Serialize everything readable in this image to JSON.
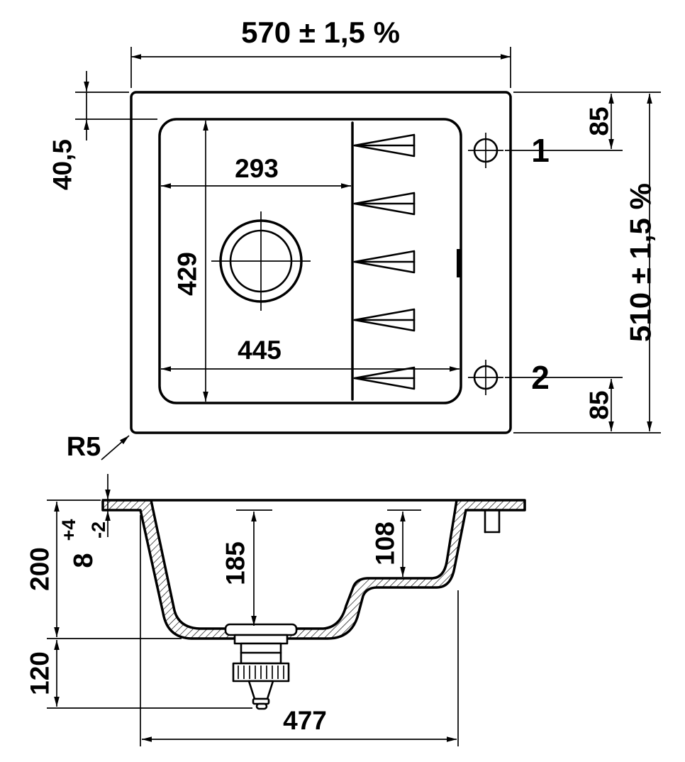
{
  "top_view": {
    "overall_width": "570 ± 1,5 %",
    "overall_height": "510 ± 1,5 %",
    "rim_to_bowl_offset": "40,5",
    "bowl_width": "293",
    "bowl_length": "429",
    "recess_width": "445",
    "tap_hole_1_label": "1",
    "tap_hole_2_label": "2",
    "tap_hole_1_offset": "85",
    "tap_hole_2_offset": "85",
    "corner_radius": "R5"
  },
  "section_view": {
    "overall_depth": "200",
    "drain_clearance": "120",
    "bowl_depth": "185",
    "drainboard_depth": "108",
    "rim_thickness": "8",
    "rim_tolerance_upper": "+4",
    "rim_tolerance_lower": "-2",
    "bottom_width": "477"
  }
}
